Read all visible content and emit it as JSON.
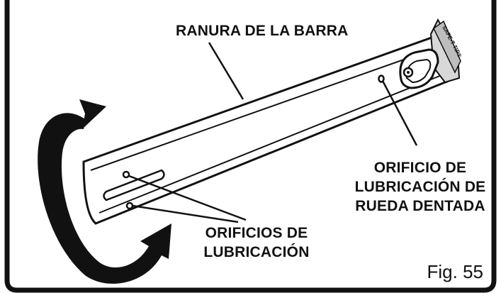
{
  "labels": {
    "bar_groove": "RANURA DE LA BARRA",
    "sprocket_oil_hole": [
      "ORIFICIO DE",
      "LUBRICACIÓN DE",
      "RUEDA DENTADA"
    ],
    "oil_holes": [
      "ORIFICIOS DE",
      "LUBRICACIÓN"
    ],
    "tip_brand": "SAFE-T-TIP®"
  },
  "caption": "Fig. 55",
  "colors": {
    "ink": "#111111",
    "background": "#ffffff"
  },
  "icons": {
    "rotation": "curved-rotation-arrow-icon"
  }
}
